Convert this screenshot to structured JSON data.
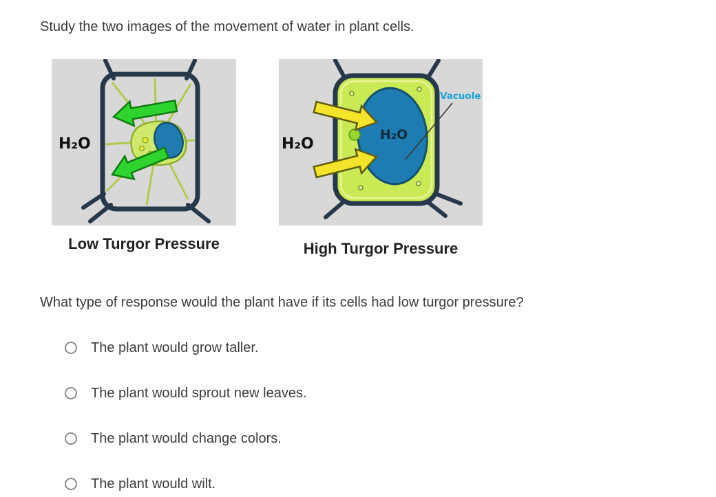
{
  "prompt": "Study the two images of the movement of water in plant cells.",
  "figures": {
    "low": {
      "caption": "Low Turgor Pressure",
      "h2o": "H₂O"
    },
    "high": {
      "caption": "High Turgor Pressure",
      "h2o_outside": "H₂O",
      "h2o_vacuole": "H₂O",
      "vacuole": "Vacuole"
    }
  },
  "question": "What type of response would the plant have if its cells had low turgor pressure?",
  "options": [
    "The plant would grow taller.",
    "The plant would sprout new leaves.",
    "The plant would change colors.",
    "The plant would wilt."
  ],
  "colors": {
    "figure_background": "#d8d8d8",
    "cell_wall": "#27384a",
    "cytoplasm": "#c9ea55",
    "vacuole_fill": "#1e7cb2",
    "water_out_arrow": "#2fd32f",
    "water_in_arrow": "#f4e42c",
    "vacuole_label": "#1aa3d9",
    "protoplast": "#cfe96d"
  }
}
